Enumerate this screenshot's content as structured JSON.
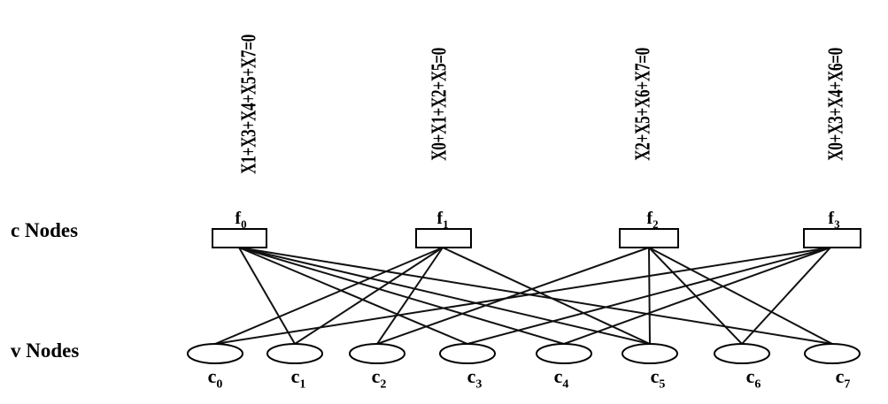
{
  "row_labels": {
    "c_nodes": "c Nodes",
    "v_nodes": "v Nodes"
  },
  "check_nodes": [
    {
      "label": "f",
      "sub": "0",
      "equation": "X1+X3+X4+X5+X7=0",
      "connects": [
        1,
        3,
        4,
        5,
        7
      ]
    },
    {
      "label": "f",
      "sub": "1",
      "equation": "X0+X1+X2+X5=0",
      "connects": [
        0,
        1,
        2,
        5
      ]
    },
    {
      "label": "f",
      "sub": "2",
      "equation": "X2+X5+X6+X7=0",
      "connects": [
        2,
        5,
        6,
        7
      ]
    },
    {
      "label": "f",
      "sub": "3",
      "equation": "X0+X3+X4+X6=0",
      "connects": [
        0,
        3,
        4,
        6
      ]
    }
  ],
  "variable_nodes": [
    {
      "label": "c",
      "sub": "0"
    },
    {
      "label": "c",
      "sub": "1"
    },
    {
      "label": "c",
      "sub": "2"
    },
    {
      "label": "c",
      "sub": "3"
    },
    {
      "label": "c",
      "sub": "4"
    },
    {
      "label": "c",
      "sub": "5"
    },
    {
      "label": "c",
      "sub": "6"
    },
    {
      "label": "c",
      "sub": "7"
    }
  ]
}
